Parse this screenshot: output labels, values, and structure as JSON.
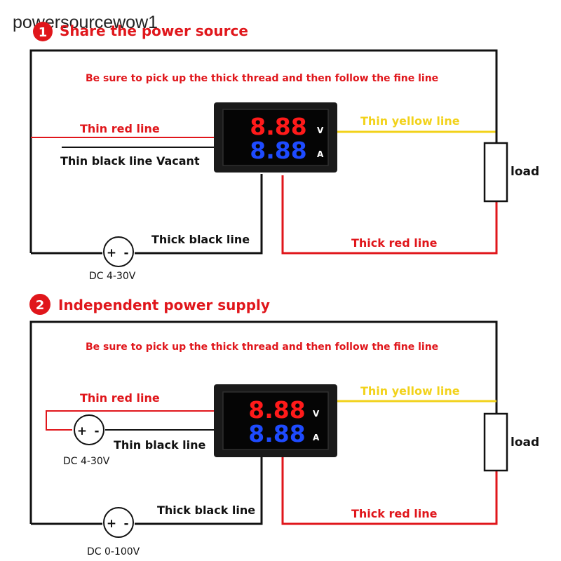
{
  "watermark": "powersourcewow1",
  "colors": {
    "red": "#e0161b",
    "yellow": "#f2d21a",
    "black": "#111111",
    "digit_red": "#ff1a1a",
    "digit_blue": "#1e4bff",
    "meter_body": "#1a1a1a"
  },
  "diagram1": {
    "badge": "1",
    "title": "Share the power source",
    "instruction": "Be sure to pick up the thick thread and then follow the fine line",
    "meter": {
      "voltage_digits": "8.88",
      "current_digits": "8.88",
      "unit_v": "V",
      "unit_a": "A"
    },
    "labels": {
      "thin_red": "Thin red line",
      "thin_black": "Thin black line Vacant",
      "thin_yellow": "Thin yellow line",
      "load": "load",
      "thick_black": "Thick black line",
      "thick_red": "Thick red line"
    },
    "supply": {
      "plus": "+",
      "minus": "-",
      "label": "DC 4-30V"
    }
  },
  "diagram2": {
    "badge": "2",
    "title": "Independent power supply",
    "instruction": "Be sure to pick up the thick thread and then follow the fine line",
    "meter": {
      "voltage_digits": "8.88",
      "current_digits": "8.88",
      "unit_v": "V",
      "unit_a": "A"
    },
    "labels": {
      "thin_red": "Thin red line",
      "thin_black": "Thin black line",
      "thin_yellow": "Thin yellow line",
      "load": "load",
      "thick_black": "Thick black line",
      "thick_red": "Thick red line"
    },
    "supply_small": {
      "plus": "+",
      "minus": "-",
      "label": "DC 4-30V"
    },
    "supply_main": {
      "plus": "+",
      "minus": "-",
      "label": "DC 0-100V"
    }
  }
}
